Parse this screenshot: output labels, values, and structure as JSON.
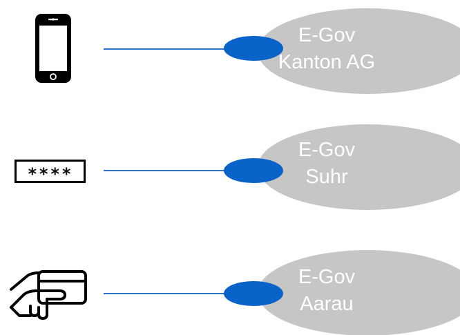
{
  "rows": [
    {
      "auth_icon": "smartphone-icon",
      "service_line1": "E-Gov",
      "service_line2": "Kanton AG"
    },
    {
      "auth_icon": "password-field-icon",
      "password_mask": "****",
      "service_line1": "E-Gov",
      "service_line2": "Suhr"
    },
    {
      "auth_icon": "card-in-hand-icon",
      "service_line1": "E-Gov",
      "service_line2": "Aarau"
    }
  ],
  "colors": {
    "connector": "#2e73c7",
    "endpoint": "#0a63c9",
    "service_fill": "#c6c6c6",
    "service_text": "#ffffff",
    "icon_stroke": "#000000"
  }
}
